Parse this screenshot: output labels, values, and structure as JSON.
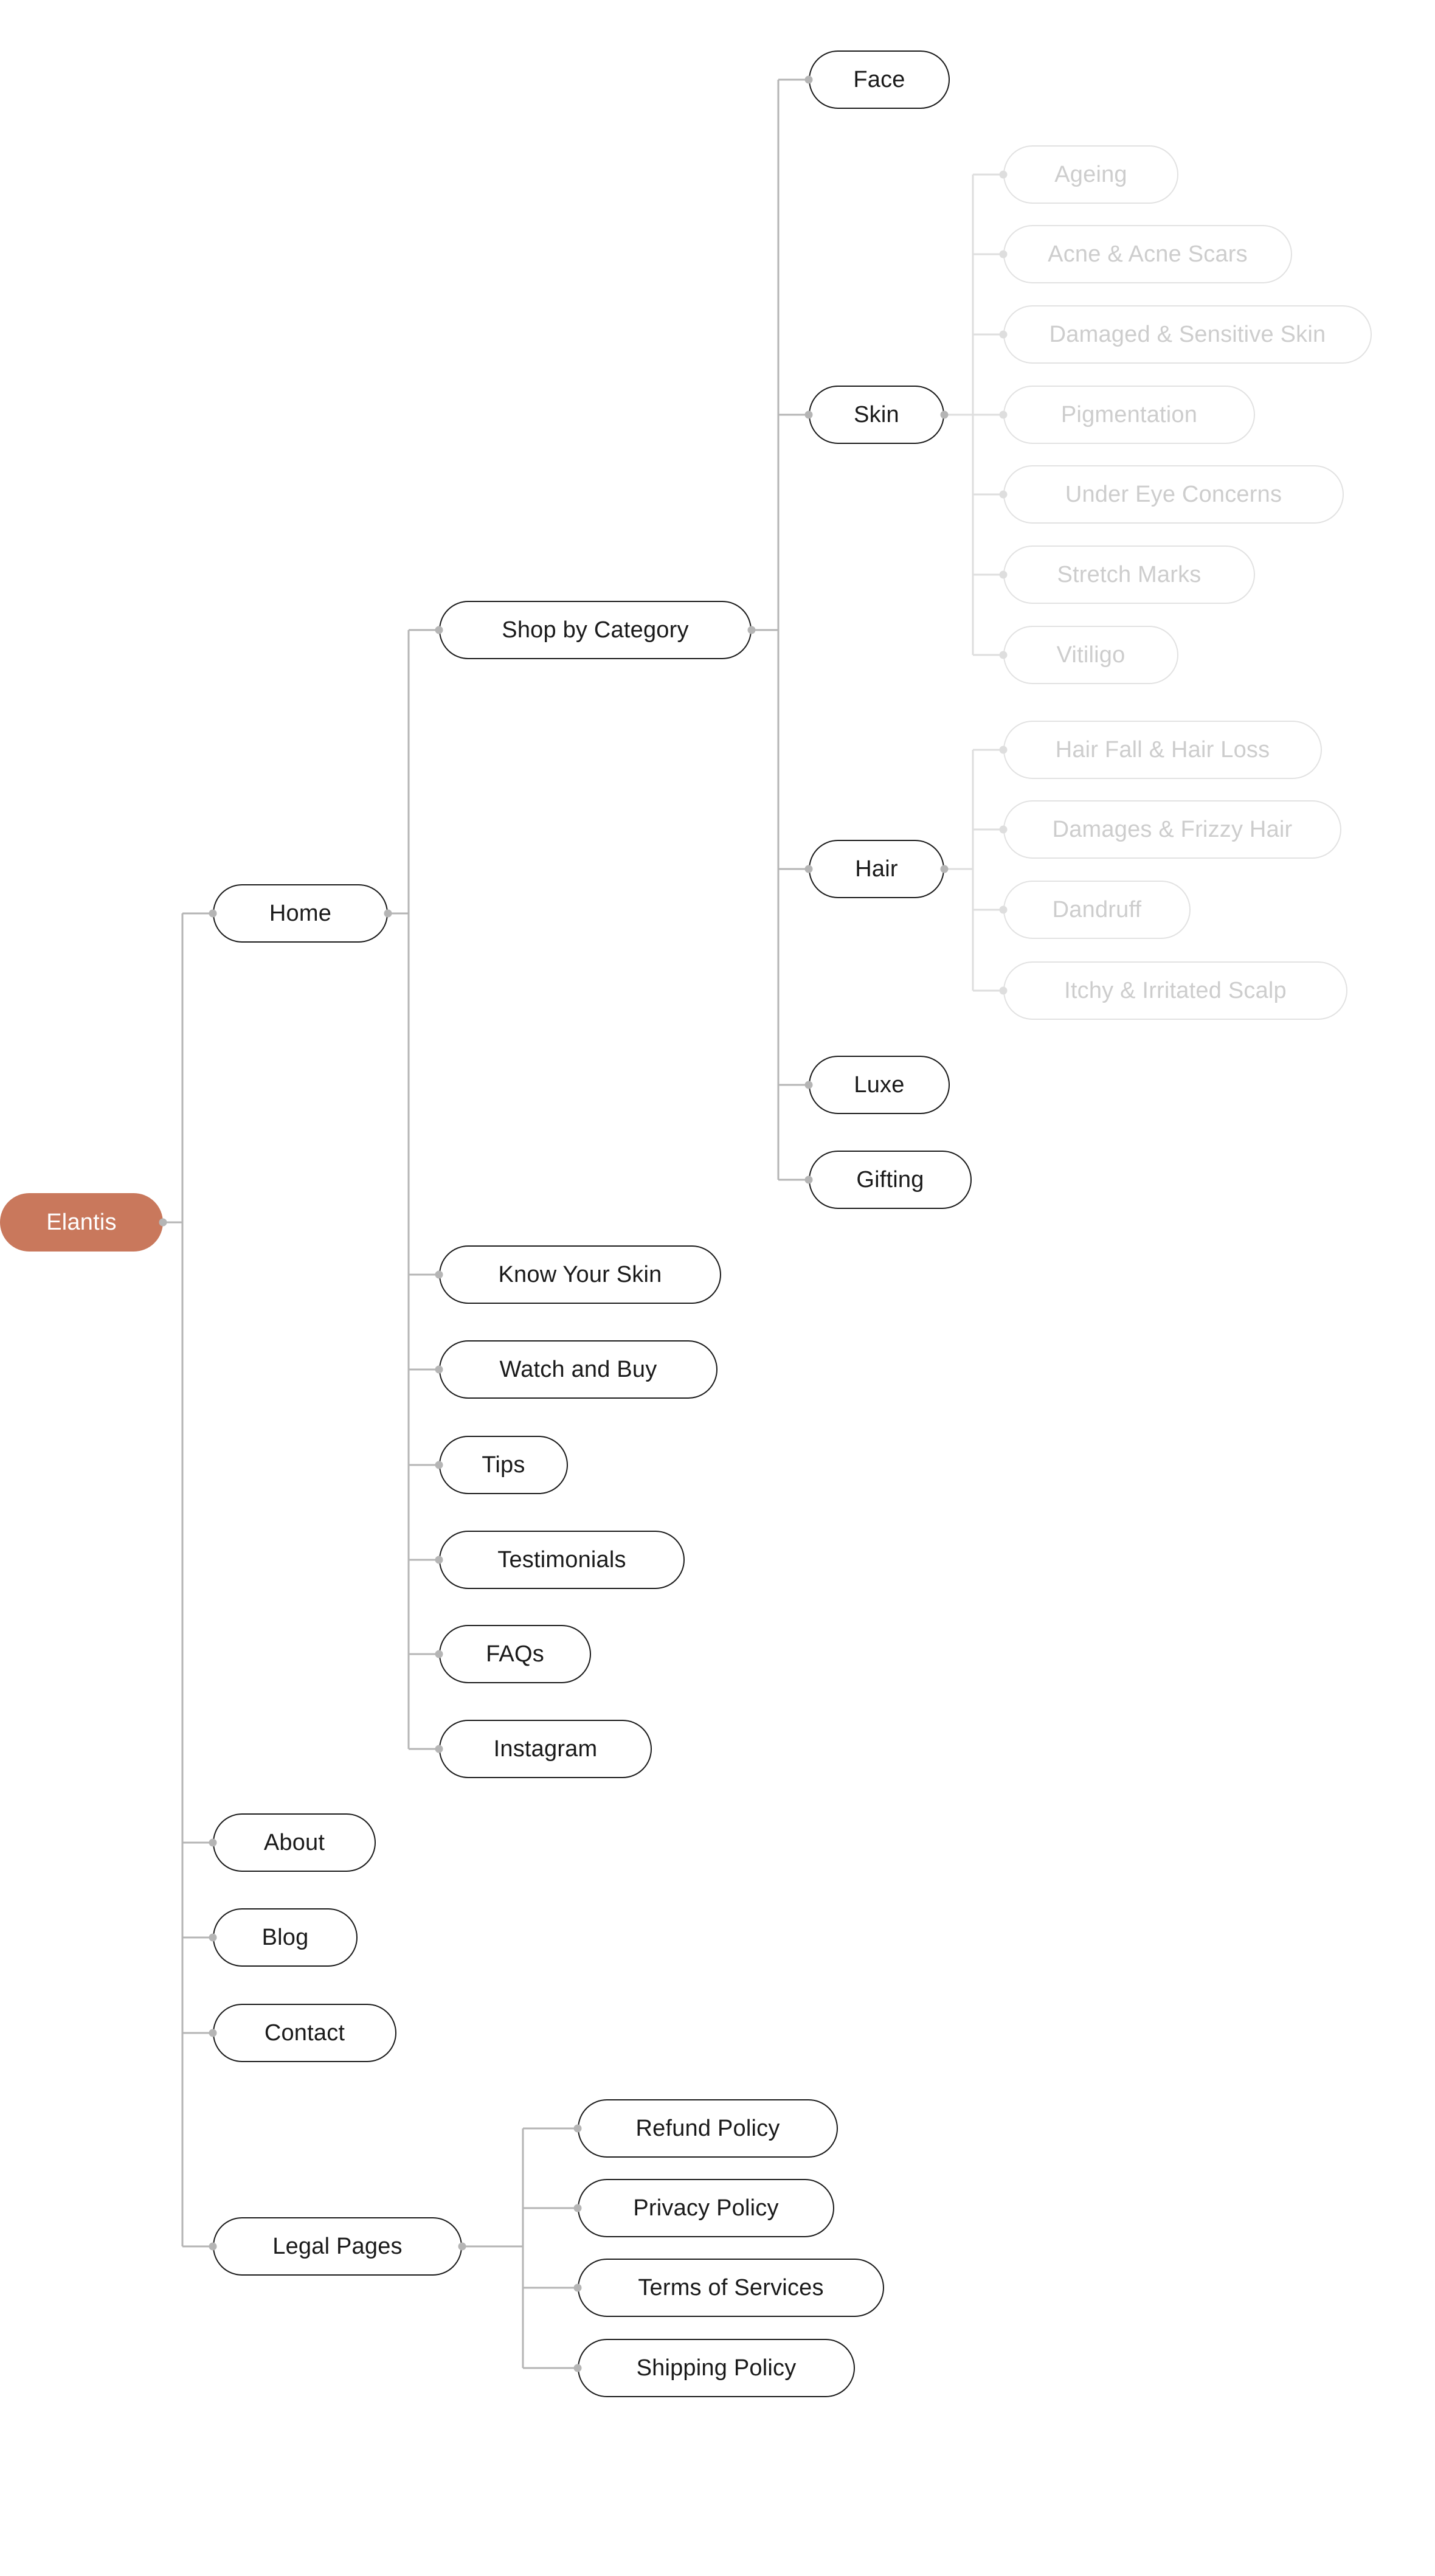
{
  "diagram": {
    "title": "Elantis Website Sitemap",
    "type": "horizontal-tree-mindmap",
    "background_color": "#ffffff",
    "root_node_color": "#c9785c",
    "node_border_color": "#1a1a1a",
    "faded_node_color": "#cdcdcd",
    "connector_color": "#b5b5b5"
  },
  "nodes": {
    "root": {
      "label": "Elantis"
    },
    "level1": [
      {
        "label": "Home"
      },
      {
        "label": "About"
      },
      {
        "label": "Blog"
      },
      {
        "label": "Contact"
      },
      {
        "label": "Legal Pages"
      }
    ],
    "home_children": [
      {
        "label": "Shop by Category"
      },
      {
        "label": "Know Your Skin"
      },
      {
        "label": "Watch and Buy"
      },
      {
        "label": "Tips"
      },
      {
        "label": "Testimonials"
      },
      {
        "label": "FAQs"
      },
      {
        "label": "Instagram"
      }
    ],
    "shop_children": [
      {
        "label": "Face"
      },
      {
        "label": "Skin"
      },
      {
        "label": "Hair"
      },
      {
        "label": "Luxe"
      },
      {
        "label": "Gifting"
      }
    ],
    "skin_children": [
      {
        "label": "Ageing"
      },
      {
        "label": "Acne & Acne Scars"
      },
      {
        "label": "Damaged & Sensitive Skin"
      },
      {
        "label": "Pigmentation"
      },
      {
        "label": "Under Eye Concerns"
      },
      {
        "label": "Stretch Marks"
      },
      {
        "label": "Vitiligo"
      }
    ],
    "hair_children": [
      {
        "label": "Hair Fall & Hair Loss"
      },
      {
        "label": "Damages & Frizzy Hair"
      },
      {
        "label": "Dandruff"
      },
      {
        "label": "Itchy & Irritated Scalp"
      }
    ],
    "legal_children": [
      {
        "label": "Refund Policy"
      },
      {
        "label": "Privacy Policy"
      },
      {
        "label": "Terms of Services"
      },
      {
        "label": "Shipping Policy"
      }
    ]
  }
}
